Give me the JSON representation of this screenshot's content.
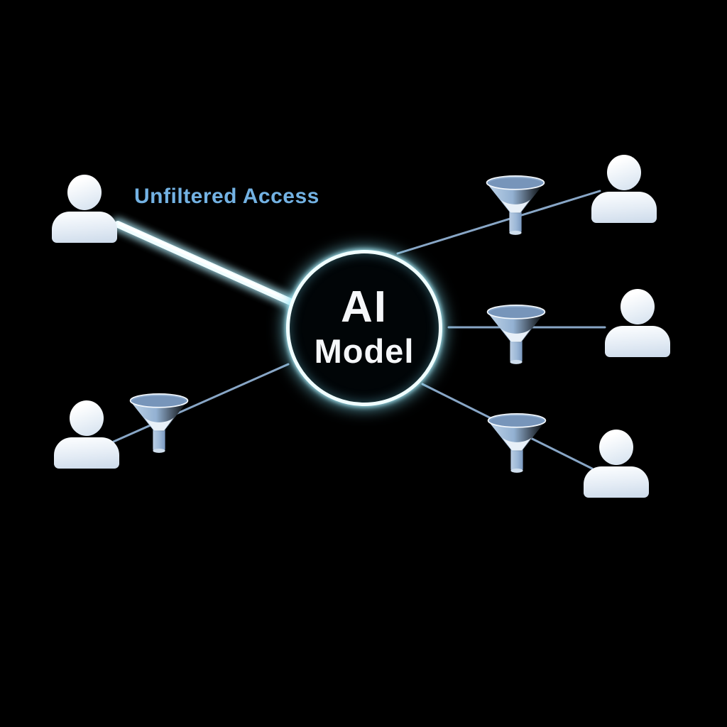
{
  "diagram": {
    "background": "#000000",
    "center_node": {
      "id": "ai-model",
      "title_line1": "AI",
      "title_line2": "Model"
    },
    "annotation": {
      "unfiltered_label": "Unfiltered Access"
    },
    "nodes": {
      "users": [
        {
          "id": "user-top-left",
          "icon": "person-icon",
          "access": "unfiltered"
        },
        {
          "id": "user-top-right",
          "icon": "person-icon",
          "access": "filtered"
        },
        {
          "id": "user-middle-right",
          "icon": "person-icon",
          "access": "filtered"
        },
        {
          "id": "user-bottom-right",
          "icon": "person-icon",
          "access": "filtered"
        },
        {
          "id": "user-bottom-left",
          "icon": "person-icon",
          "access": "filtered"
        }
      ],
      "filters": [
        {
          "id": "filter-top-right",
          "icon": "funnel-icon"
        },
        {
          "id": "filter-middle-right",
          "icon": "funnel-icon"
        },
        {
          "id": "filter-bottom-right",
          "icon": "funnel-icon"
        },
        {
          "id": "filter-bottom-left",
          "icon": "funnel-icon"
        }
      ]
    },
    "connections": [
      {
        "from": "user-top-left",
        "to": "ai-model",
        "type": "unfiltered-beam",
        "label": "Unfiltered Access"
      },
      {
        "from": "ai-model",
        "to": "user-top-right",
        "via": "filter-top-right",
        "type": "filtered-line"
      },
      {
        "from": "ai-model",
        "to": "user-middle-right",
        "via": "filter-middle-right",
        "type": "filtered-line"
      },
      {
        "from": "ai-model",
        "to": "user-bottom-right",
        "via": "filter-bottom-right",
        "type": "filtered-line"
      },
      {
        "from": "ai-model",
        "to": "user-bottom-left",
        "via": "filter-bottom-left",
        "type": "filtered-line"
      }
    ],
    "colors": {
      "label_blue": "#73b2e3",
      "thin_line": "#88a6c6",
      "beam_core": "#effdff",
      "beam_glow": "#aee8f6",
      "circle_ring": "#f0feff",
      "circle_glow": "#82def2",
      "funnel_blue": "#8fb0d2",
      "person_fill": "#edf3f9",
      "node_text": "#f5f7f9"
    }
  }
}
